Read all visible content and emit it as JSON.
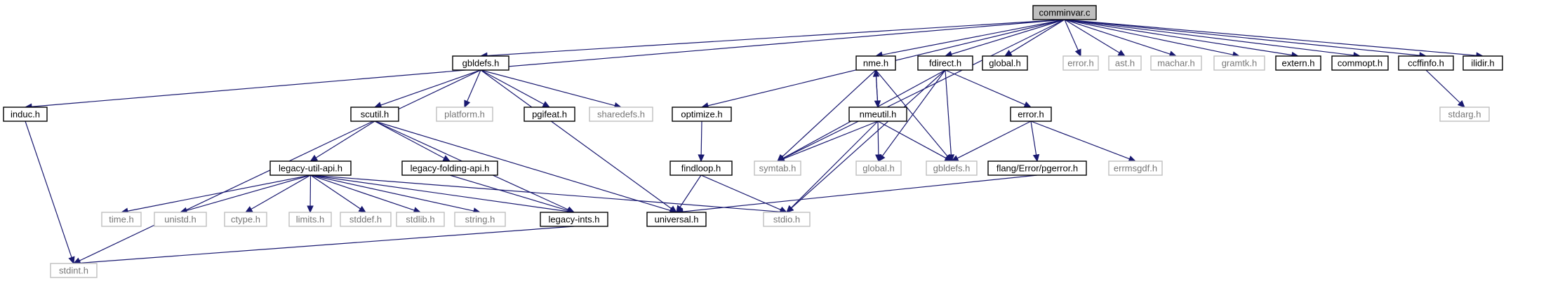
{
  "diagram": {
    "type": "include-dependency-graph",
    "colors": {
      "edge": "#191970",
      "root_fill": "#bfbfbf",
      "node_border": "#000000",
      "external_border": "#bfbfbf",
      "external_text": "#777777"
    },
    "nodes": [
      {
        "id": "comminvar",
        "label": "comminvar.c",
        "kind": "root"
      },
      {
        "id": "gbldefs_top",
        "label": "gbldefs.h",
        "kind": "internal"
      },
      {
        "id": "nme",
        "label": "nme.h",
        "kind": "internal"
      },
      {
        "id": "fdirect",
        "label": "fdirect.h",
        "kind": "internal"
      },
      {
        "id": "global_top",
        "label": "global.h",
        "kind": "internal"
      },
      {
        "id": "error_top",
        "label": "error.h",
        "kind": "external"
      },
      {
        "id": "ast",
        "label": "ast.h",
        "kind": "external"
      },
      {
        "id": "machar",
        "label": "machar.h",
        "kind": "external"
      },
      {
        "id": "gramtk",
        "label": "gramtk.h",
        "kind": "external"
      },
      {
        "id": "extern",
        "label": "extern.h",
        "kind": "internal"
      },
      {
        "id": "commopt",
        "label": "commopt.h",
        "kind": "internal"
      },
      {
        "id": "ccffinfo",
        "label": "ccffinfo.h",
        "kind": "internal"
      },
      {
        "id": "ilidir",
        "label": "ilidir.h",
        "kind": "internal"
      },
      {
        "id": "induc",
        "label": "induc.h",
        "kind": "internal"
      },
      {
        "id": "scutil",
        "label": "scutil.h",
        "kind": "internal"
      },
      {
        "id": "platform",
        "label": "platform.h",
        "kind": "external"
      },
      {
        "id": "pgifeat",
        "label": "pgifeat.h",
        "kind": "internal"
      },
      {
        "id": "sharedefs",
        "label": "sharedefs.h",
        "kind": "external"
      },
      {
        "id": "optimize",
        "label": "optimize.h",
        "kind": "internal"
      },
      {
        "id": "nmeutil",
        "label": "nmeutil.h",
        "kind": "internal"
      },
      {
        "id": "error_mid",
        "label": "error.h",
        "kind": "internal"
      },
      {
        "id": "stdarg",
        "label": "stdarg.h",
        "kind": "external"
      },
      {
        "id": "legacy_util",
        "label": "legacy-util-api.h",
        "kind": "internal"
      },
      {
        "id": "legacy_folding",
        "label": "legacy-folding-api.h",
        "kind": "internal"
      },
      {
        "id": "findloop",
        "label": "findloop.h",
        "kind": "internal"
      },
      {
        "id": "symtab",
        "label": "symtab.h",
        "kind": "external"
      },
      {
        "id": "global_ext",
        "label": "global.h",
        "kind": "external"
      },
      {
        "id": "gbldefs_ext",
        "label": "gbldefs.h",
        "kind": "external"
      },
      {
        "id": "pgerror",
        "label": "flang/Error/pgerror.h",
        "kind": "internal"
      },
      {
        "id": "errmsgdf",
        "label": "errmsgdf.h",
        "kind": "external"
      },
      {
        "id": "time",
        "label": "time.h",
        "kind": "external"
      },
      {
        "id": "unistd",
        "label": "unistd.h",
        "kind": "external"
      },
      {
        "id": "ctype",
        "label": "ctype.h",
        "kind": "external"
      },
      {
        "id": "limits",
        "label": "limits.h",
        "kind": "external"
      },
      {
        "id": "stddef",
        "label": "stddef.h",
        "kind": "external"
      },
      {
        "id": "stdlib",
        "label": "stdlib.h",
        "kind": "external"
      },
      {
        "id": "string",
        "label": "string.h",
        "kind": "external"
      },
      {
        "id": "legacy_ints",
        "label": "legacy-ints.h",
        "kind": "internal"
      },
      {
        "id": "universal",
        "label": "universal.h",
        "kind": "internal"
      },
      {
        "id": "stdio",
        "label": "stdio.h",
        "kind": "external"
      },
      {
        "id": "stdint",
        "label": "stdint.h",
        "kind": "external"
      }
    ],
    "edges": [
      [
        "comminvar",
        "gbldefs_top"
      ],
      [
        "comminvar",
        "nme"
      ],
      [
        "comminvar",
        "fdirect"
      ],
      [
        "comminvar",
        "global_top"
      ],
      [
        "comminvar",
        "error_top"
      ],
      [
        "comminvar",
        "ast"
      ],
      [
        "comminvar",
        "machar"
      ],
      [
        "comminvar",
        "gramtk"
      ],
      [
        "comminvar",
        "extern"
      ],
      [
        "comminvar",
        "commopt"
      ],
      [
        "comminvar",
        "ccffinfo"
      ],
      [
        "comminvar",
        "ilidir"
      ],
      [
        "comminvar",
        "induc"
      ],
      [
        "comminvar",
        "optimize"
      ],
      [
        "comminvar",
        "symtab"
      ],
      [
        "gbldefs_top",
        "scutil"
      ],
      [
        "gbldefs_top",
        "platform"
      ],
      [
        "gbldefs_top",
        "pgifeat"
      ],
      [
        "gbldefs_top",
        "sharedefs"
      ],
      [
        "gbldefs_top",
        "universal"
      ],
      [
        "gbldefs_top",
        "stdint"
      ],
      [
        "scutil",
        "legacy_util"
      ],
      [
        "scutil",
        "legacy_folding"
      ],
      [
        "scutil",
        "universal"
      ],
      [
        "scutil",
        "legacy_ints"
      ],
      [
        "legacy_util",
        "time"
      ],
      [
        "legacy_util",
        "unistd"
      ],
      [
        "legacy_util",
        "ctype"
      ],
      [
        "legacy_util",
        "limits"
      ],
      [
        "legacy_util",
        "stddef"
      ],
      [
        "legacy_util",
        "stdlib"
      ],
      [
        "legacy_util",
        "string"
      ],
      [
        "legacy_util",
        "legacy_ints"
      ],
      [
        "legacy_util",
        "stdio"
      ],
      [
        "legacy_folding",
        "legacy_ints"
      ],
      [
        "legacy_ints",
        "stdint"
      ],
      [
        "induc",
        "stdint"
      ],
      [
        "optimize",
        "findloop"
      ],
      [
        "findloop",
        "universal"
      ],
      [
        "findloop",
        "stdio"
      ],
      [
        "nme",
        "nmeutil"
      ],
      [
        "nme",
        "symtab"
      ],
      [
        "nme",
        "gbldefs_ext"
      ],
      [
        "nmeutil",
        "nme"
      ],
      [
        "nmeutil",
        "symtab"
      ],
      [
        "nmeutil",
        "global_ext"
      ],
      [
        "nmeutil",
        "gbldefs_ext"
      ],
      [
        "nmeutil",
        "stdio"
      ],
      [
        "fdirect",
        "symtab"
      ],
      [
        "fdirect",
        "global_ext"
      ],
      [
        "fdirect",
        "gbldefs_ext"
      ],
      [
        "fdirect",
        "error_mid"
      ],
      [
        "fdirect",
        "stdio"
      ],
      [
        "error_mid",
        "gbldefs_ext"
      ],
      [
        "error_mid",
        "pgerror"
      ],
      [
        "error_mid",
        "errmsgdf"
      ],
      [
        "pgerror",
        "universal"
      ],
      [
        "ccffinfo",
        "stdarg"
      ]
    ]
  }
}
